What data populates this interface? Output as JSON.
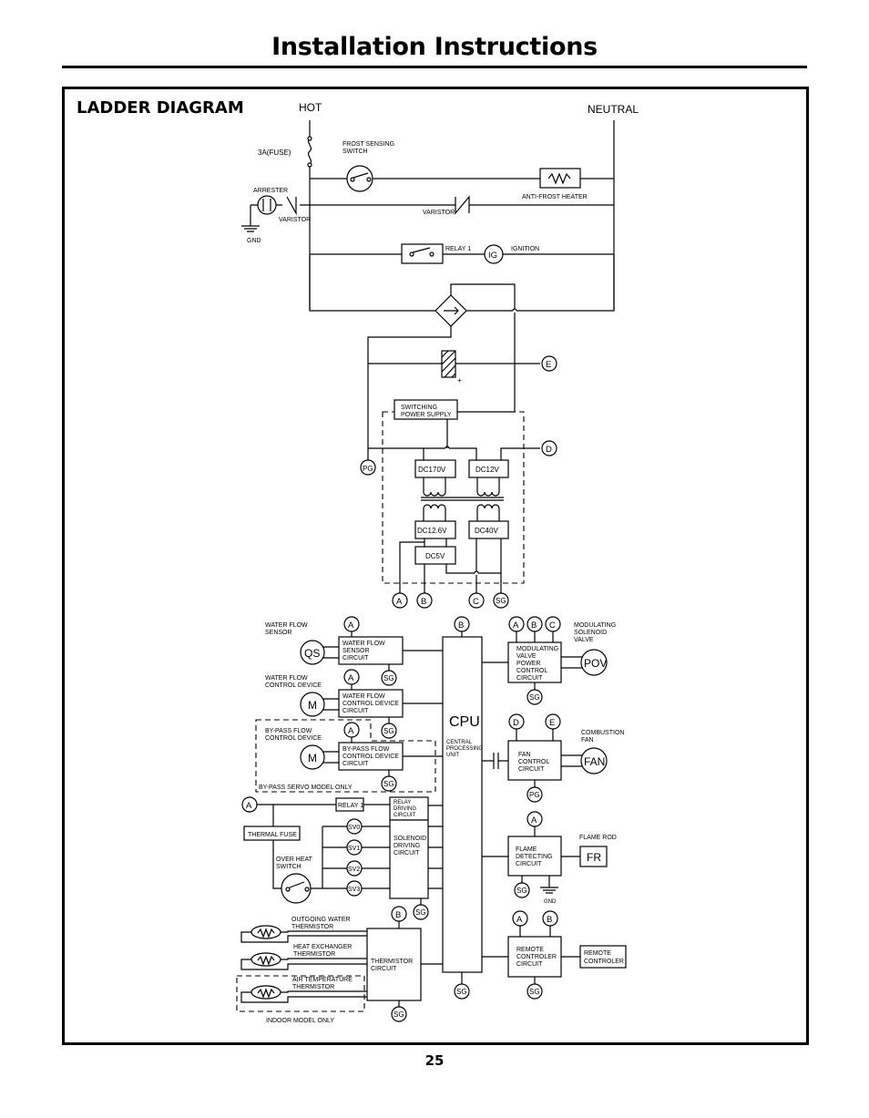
{
  "page": {
    "title": "Installation Instructions",
    "section_title": "LADDER DIAGRAM",
    "page_number": "25"
  },
  "rails": {
    "hot": "HOT",
    "neutral": "NEUTRAL"
  },
  "power_section": {
    "fuse": "3A(FUSE)",
    "frost_switch": [
      "FROST SENSING",
      "SWITCH"
    ],
    "anti_frost_heater": "ANTI-FROST HEATER",
    "arrester": "ARRESTER",
    "varistor_left": "VARISTOR",
    "varistor_right": "VARISTOR",
    "gnd": "GND",
    "relay1": "RELAY 1",
    "ig": "IG",
    "ignition": "IGNITION",
    "capacitor_plus": "+"
  },
  "power_supply": {
    "label": [
      "SWITCHING",
      "POWER SUPPLY"
    ],
    "dc170": "DC170V",
    "dc12": "DC12V",
    "dc126": "DC12.6V",
    "dc40": "DC40V",
    "dc5": "DC5V",
    "pg": "PG"
  },
  "terminals": {
    "A": "A",
    "B": "B",
    "C": "C",
    "D": "D",
    "E": "E",
    "SG": "SG",
    "PG": "PG"
  },
  "left_devices": {
    "water_flow_sensor": [
      "WATER FLOW",
      "SENSOR"
    ],
    "qs": "QS",
    "wfs_circuit": [
      "WATER FLOW",
      "SENSOR",
      "CIRCUIT"
    ],
    "water_flow_control": [
      "WATER FLOW",
      "CONTROL DEVICE"
    ],
    "m": "M",
    "wfc_circuit": [
      "WATER FLOW",
      "CONTROL DEVICE",
      "CIRCUIT"
    ],
    "bypass_device": [
      "BY-PASS FLOW",
      "CONTROL DEVICE"
    ],
    "bypass_circuit": [
      "BY-PASS FLOW",
      "CONTROL DEVICE",
      "CIRCUIT"
    ],
    "bypass_note": "BY-PASS SERVO MODEL ONLY",
    "relay1": "RELAY 1",
    "relay_driving": [
      "RELAY",
      "DRIVING",
      "CIRCUIT"
    ],
    "thermal_fuse": "THERMAL FUSE",
    "over_heat": [
      "OVER HEAT",
      "SWITCH"
    ],
    "sv": [
      "SV0",
      "SV1",
      "SV2",
      "SV3"
    ],
    "solenoid_driving": [
      "SOLENOID",
      "DRIVING",
      "CIRCUIT"
    ],
    "outgoing_thermistor": [
      "OUTGOING WATER",
      "THERMISTOR"
    ],
    "heat_exchanger_thermistor": [
      "HEAT EXCHANGER",
      "THERMISTOR"
    ],
    "air_temp_thermistor": [
      "AIR TEMPERATURE",
      "THERMISTOR"
    ],
    "thermistor_circuit": [
      "THERMISTOR",
      "CIRCUIT"
    ],
    "indoor_note": "INDOOR MODEL ONLY"
  },
  "cpu": {
    "label": "CPU",
    "sub": [
      "CENTRAL",
      "PROCESSING",
      "UNIT"
    ]
  },
  "right_devices": {
    "modulating_valve": [
      "MODULATING",
      "SOLENOID",
      "VALVE"
    ],
    "mv_circuit": [
      "MODULATING",
      "VALVE",
      "POWER",
      "CONTROL",
      "CIRCUIT"
    ],
    "pov": "POV",
    "combustion_fan": [
      "COMBUSTION",
      "FAN"
    ],
    "fan_circuit": [
      "FAN",
      "CONTROL",
      "CIRCUIT"
    ],
    "fan": "FAN",
    "flame_rod": "FLAME ROD",
    "flame_circuit": [
      "FLAME",
      "DETECTING",
      "CIRCUIT"
    ],
    "fr": "FR",
    "gnd": "GND",
    "remote_circuit": [
      "REMOTE",
      "CONTROLER",
      "CIRCUIT"
    ],
    "remote_controler": [
      "REMOTE",
      "CONTROLER"
    ]
  }
}
